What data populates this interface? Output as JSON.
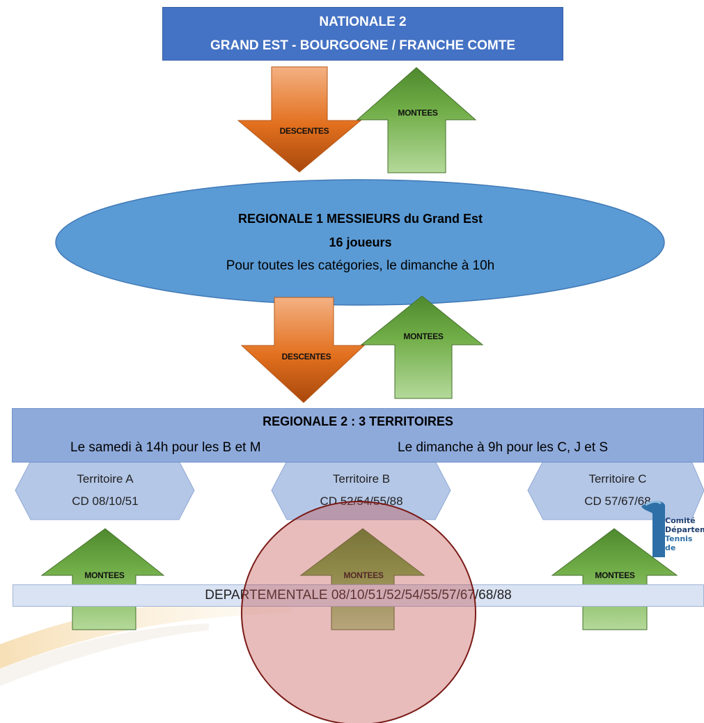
{
  "nationale": {
    "line1": "NATIONALE 2",
    "line2": "GRAND EST  - BOURGOGNE / FRANCHE COMTE"
  },
  "arrows": {
    "descentes": "DESCENTES",
    "montees": "MONTEES"
  },
  "regionale1": {
    "title": "REGIONALE 1 MESSIEURS du Grand Est",
    "players": "16 joueurs",
    "schedule": "Pour toutes les catégories, le dimanche à 10h"
  },
  "regionale2": {
    "title": "REGIONALE 2 : 3 TERRITOIRES",
    "saturday": "Le samedi à 14h pour les B et M",
    "sunday": "Le dimanche à 9h pour les C, J et S"
  },
  "territories": [
    {
      "name": "Territoire A",
      "cd": "CD 08/10/51"
    },
    {
      "name": "Territoire B",
      "cd": "CD 52/54/55/88"
    },
    {
      "name": "Territoire C",
      "cd": "CD 57/67/68"
    }
  ],
  "departementale": "DEPARTEMENTALE 08/10/51/52/54/55/57/67/68/88",
  "logo": {
    "line1": "Comité",
    "line2": "Départem",
    "line3": "Tennis de"
  },
  "colors": {
    "nationale": "#4472c4",
    "regionale1": "#5b9bd5",
    "regionale2": "#8eaadb",
    "territory": "#b4c7e7",
    "departementale": "#dae3f3",
    "descentes_arrow": "#e2701e",
    "montees_arrow": "#70ad47",
    "highlight_circle": "#c0504d"
  }
}
